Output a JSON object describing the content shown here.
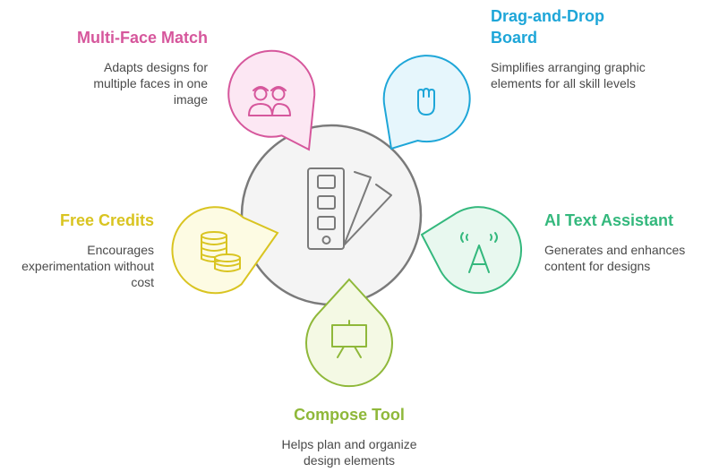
{
  "features": {
    "multi_face": {
      "title": "Multi-Face Match",
      "desc": "Adapts designs for multiple faces in one image",
      "color": "#d6579c",
      "fill": "#fce7f3",
      "icon": "faces-icon"
    },
    "drag_drop": {
      "title": "Drag-and-Drop Board",
      "desc": "Simplifies arranging graphic elements for all skill levels",
      "color": "#1ea6d8",
      "fill": "#e6f6fc",
      "icon": "grab-hand-icon"
    },
    "ai_text": {
      "title": "AI Text Assistant",
      "desc": "Generates and enhances content for designs",
      "color": "#34b87d",
      "fill": "#e8f8ef",
      "icon": "ai-text-icon"
    },
    "compose": {
      "title": "Compose Tool",
      "desc": "Helps plan and organize design elements",
      "color": "#8fb83a",
      "fill": "#f4f9e4",
      "icon": "easel-icon"
    },
    "free_credits": {
      "title": "Free Credits",
      "desc": "Encourages experimentation without cost",
      "color": "#d9c421",
      "fill": "#fdfbe3",
      "icon": "coins-icon"
    }
  },
  "center": {
    "icon": "swatch-palette-icon",
    "stroke": "#7a7a7a",
    "fill": "#f4f4f4"
  }
}
